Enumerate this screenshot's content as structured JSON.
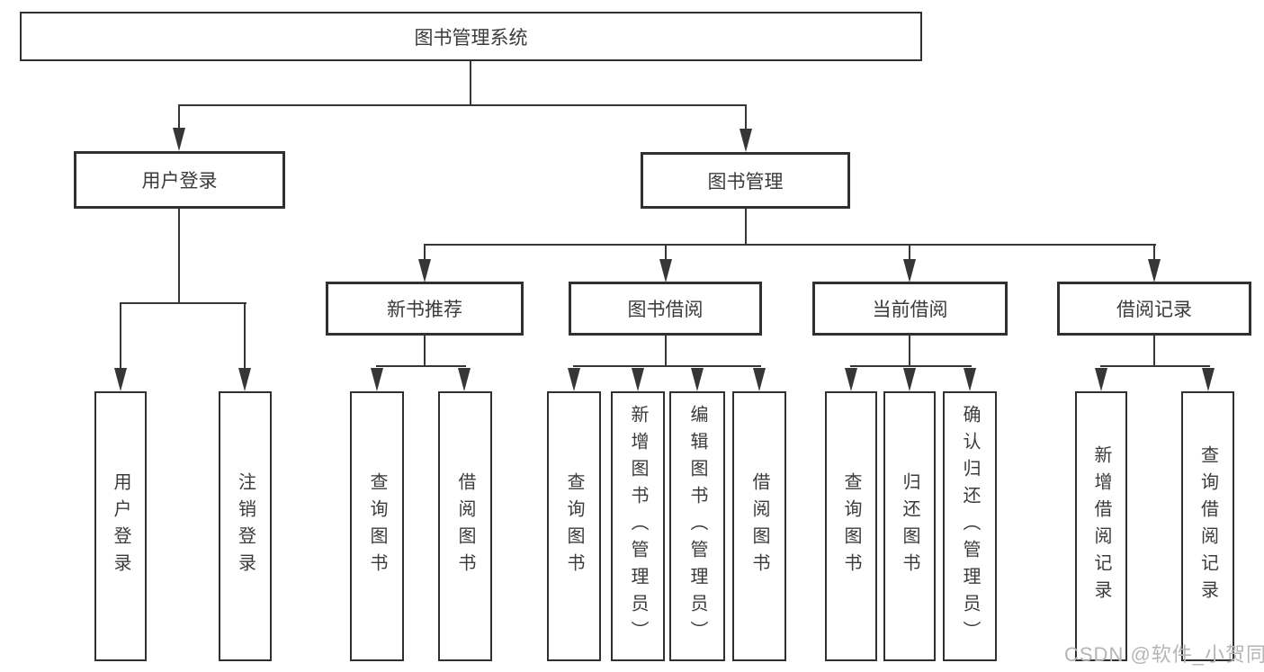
{
  "nodes": {
    "root": "图书管理系统",
    "user_login": "用户登录",
    "book_mgmt": "图书管理",
    "new_book_rec": "新书推荐",
    "book_borrow": "图书借阅",
    "current_borrow": "当前借阅",
    "borrow_record": "借阅记录"
  },
  "leaves": {
    "user": [
      "用户登录",
      "注销登录"
    ],
    "recommend": [
      "查询图书",
      "借阅图书"
    ],
    "borrow": [
      "查询图书",
      "新增图书（管理员）",
      "编辑图书（管理员）",
      "借阅图书"
    ],
    "current": [
      "查询图书",
      "归还图书",
      "确认归还（管理员）"
    ],
    "record": [
      "新增借阅记录",
      "查询借阅记录"
    ]
  },
  "watermark": "CSDN @软件_小贺同学",
  "colors": {
    "line": "#363636",
    "border": "#303030",
    "text": "#3b3b3b",
    "watermark": "#b5b5b5",
    "background": "#ffffff"
  }
}
